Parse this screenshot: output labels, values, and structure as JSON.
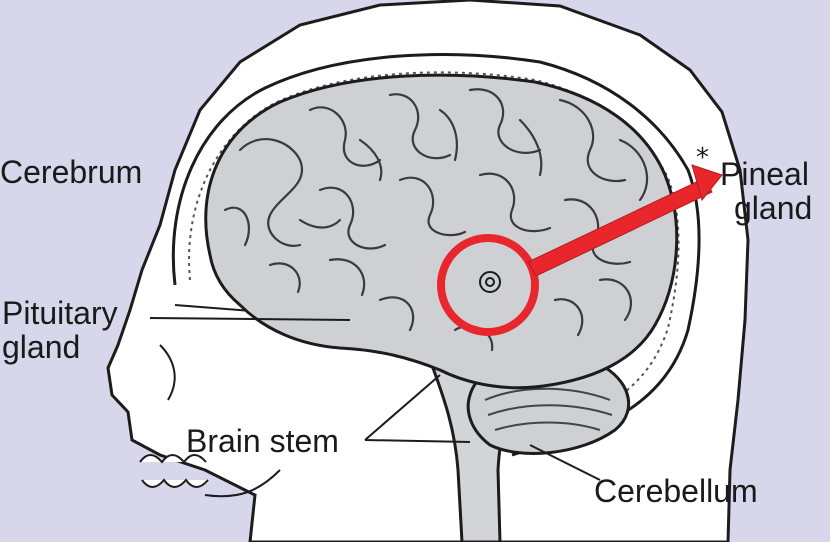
{
  "labels": {
    "cerebrum": "Cerebrum",
    "pituitary": {
      "line1": "Pituitary",
      "line2": "gland"
    },
    "pineal": {
      "line1": "Pineal",
      "line2": "gland"
    },
    "brain_stem": "Brain stem",
    "cerebellum": "Cerebellum"
  },
  "highlight": {
    "target_label": "Pineal gland",
    "color": "#e8262b"
  },
  "colors": {
    "background": "#d7d6ea",
    "head": "#ffffff",
    "brain": "#cfd0d3",
    "outline": "#1c1c1c"
  }
}
